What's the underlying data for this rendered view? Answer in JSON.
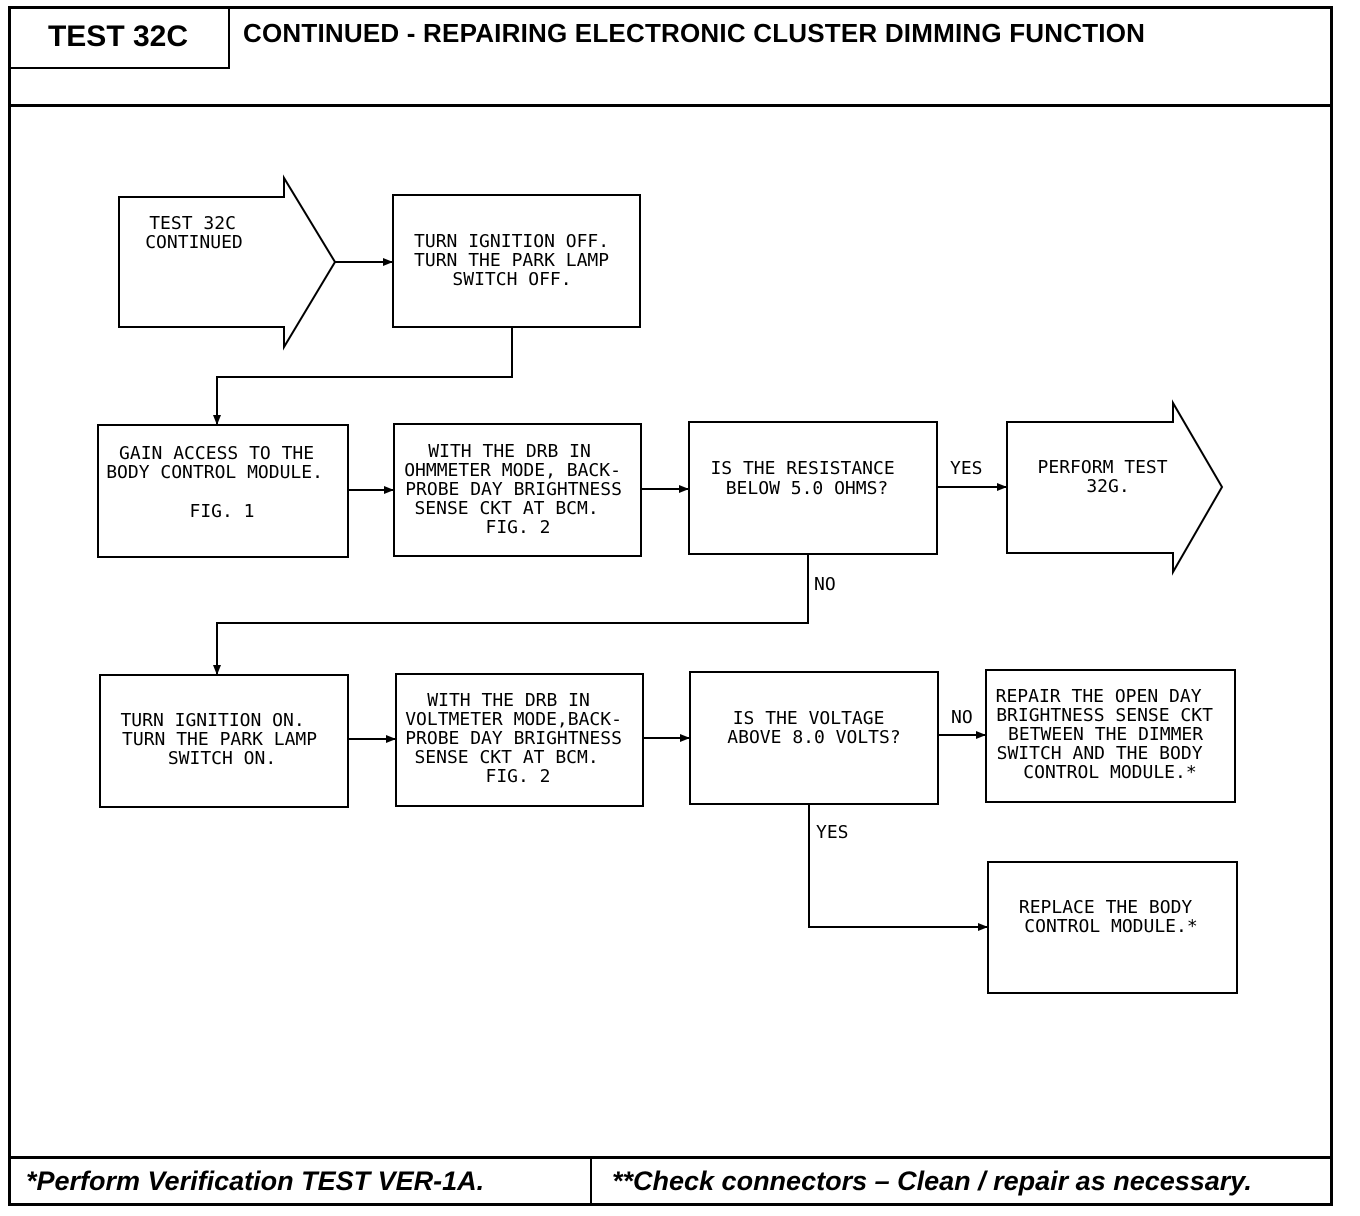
{
  "header": {
    "test_id": "TEST 32C",
    "title": "CONTINUED - REPAIRING ELECTRONIC CLUSTER DIMMING FUNCTION"
  },
  "flowchart": {
    "start": [
      "TEST 32C",
      "CONTINUED"
    ],
    "step1": [
      "TURN IGNITION OFF.",
      "TURN THE PARK LAMP",
      "SWITCH OFF."
    ],
    "step2": [
      "GAIN ACCESS TO THE",
      "BODY CONTROL MODULE.",
      "",
      "FIG. 1"
    ],
    "step3": [
      "WITH THE DRB IN",
      "OHMMETER MODE, BACK-",
      "PROBE DAY BRIGHTNESS",
      "SENSE CKT AT BCM.",
      "FIG. 2"
    ],
    "decision1": [
      "IS THE RESISTANCE",
      "BELOW 5.0 OHMS?"
    ],
    "yes1_label": "YES",
    "perform_test": [
      "PERFORM TEST",
      "32G."
    ],
    "no1_label": "NO",
    "step4": [
      "TURN IGNITION ON.",
      "TURN THE PARK LAMP",
      "SWITCH ON."
    ],
    "step5": [
      "WITH THE DRB IN",
      "VOLTMETER MODE,BACK-",
      "PROBE DAY BRIGHTNESS",
      "SENSE CKT AT BCM.",
      "FIG. 2"
    ],
    "decision2": [
      "IS THE VOLTAGE",
      "ABOVE 8.0 VOLTS?"
    ],
    "no2_label": "NO",
    "repair": [
      "REPAIR THE OPEN DAY",
      "BRIGHTNESS SENSE CKT",
      "BETWEEN THE DIMMER",
      "SWITCH AND THE BODY",
      "CONTROL MODULE.*"
    ],
    "yes2_label": "YES",
    "replace": [
      "REPLACE THE BODY",
      "CONTROL MODULE.*"
    ]
  },
  "footer": {
    "left_note": "*Perform Verification TEST VER-1A.",
    "right_note": "**Check connectors – Clean / repair as necessary."
  }
}
